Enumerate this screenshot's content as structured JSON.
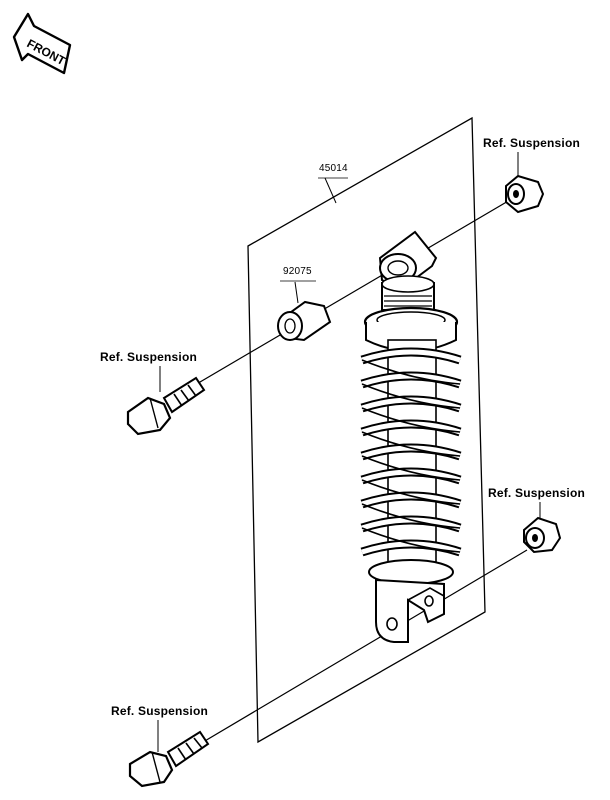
{
  "front_label": "FRONT",
  "part_numbers": {
    "shock_assembly": "45014",
    "collar": "92075"
  },
  "references": {
    "top_right": "Ref. Suspension",
    "left_upper_bolt": "Ref. Suspension",
    "right_lower_nut": "Ref. Suspension",
    "bottom_left_bolt": "Ref. Suspension"
  }
}
